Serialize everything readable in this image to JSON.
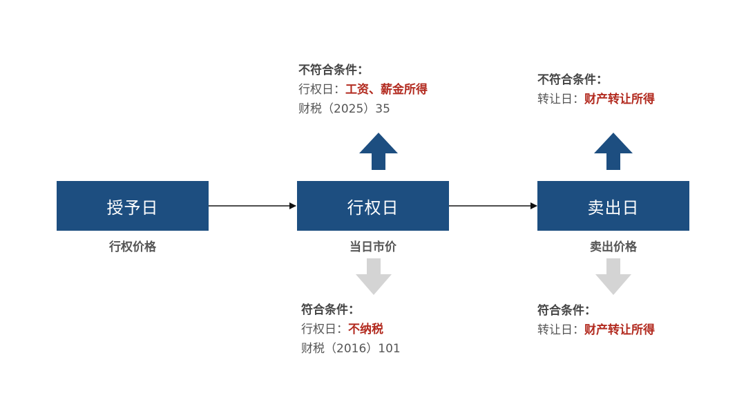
{
  "nodes": {
    "grant": {
      "label": "授予日",
      "sub": "行权价格"
    },
    "exercise": {
      "label": "行权日",
      "sub": "当日市价"
    },
    "sale": {
      "label": "卖出日",
      "sub": "卖出价格"
    }
  },
  "notes": {
    "exercise_noncompliant": {
      "title": "不符合条件：",
      "line_prefix": "行权日：",
      "line_value": "工资、薪金所得",
      "ref": "财税（2025）35"
    },
    "exercise_compliant": {
      "title": "符合条件：",
      "line_prefix": "行权日：",
      "line_value": "不纳税",
      "ref": "财税（2016）101"
    },
    "sale_noncompliant": {
      "title": "不符合条件：",
      "line_prefix": "转让日：",
      "line_value": "财产转让所得"
    },
    "sale_compliant": {
      "title": "符合条件：",
      "line_prefix": "转让日：",
      "line_value": "财产转让所得"
    }
  },
  "colors": {
    "box": "#1d4e80",
    "up_arrow": "#1d4e80",
    "down_arrow": "#d4d4d4",
    "highlight": "#b22a1f",
    "connector": "#111111"
  }
}
